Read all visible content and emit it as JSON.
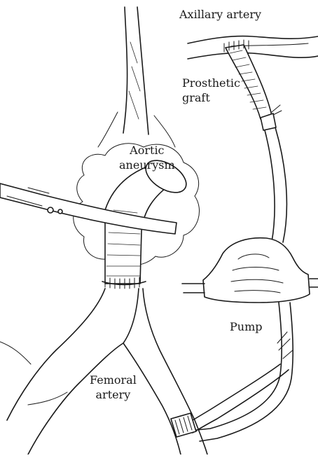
{
  "labels": {
    "axillary_artery": "Axillary artery",
    "prosthetic_graft": [
      "Prosthetic",
      "graft"
    ],
    "aortic_aneurysm": [
      "Aortic",
      "aneurysm"
    ],
    "pump": "Pump",
    "femoral_artery": [
      "Femoral",
      "artery"
    ]
  },
  "colors": {
    "ink": "#1a1a1a",
    "background": "#ffffff"
  }
}
